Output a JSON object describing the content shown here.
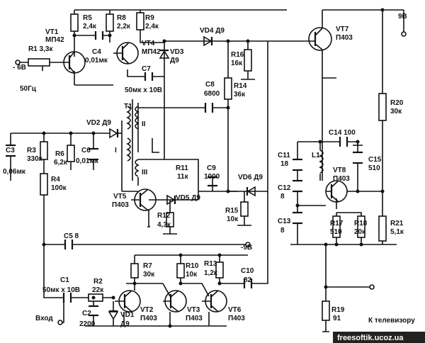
{
  "labels": {
    "R1": "R1 3,3к",
    "VT1": "VT1",
    "VT1_type": "МП42",
    "R5": "R5",
    "R5_val": "2,4к",
    "R8": "R8",
    "R8_val": "2,2к",
    "R9": "R9",
    "R9_val": "2,4к",
    "C4": "C4",
    "C4_val": "0,01мк",
    "VT4": "VT4",
    "VT4_type": "МП42",
    "VD3": "VD3",
    "VD3_type": "Д9",
    "C7": "C7",
    "C7_val": "50мк x 10В",
    "VD4": "VD4 Д9",
    "R16": "R16",
    "R16_val": "16к",
    "R14": "R14",
    "R14_val": "36к",
    "C8": "C8",
    "C8_val": "6800",
    "T1": "T1",
    "II": "II",
    "I": "I",
    "III": "III",
    "VD2": "VD2 Д9",
    "C3": "C3",
    "C3_val": "0,06мк",
    "R3": "R3",
    "R3_val": "330к",
    "R6": "R6",
    "R6_val": "6,2к",
    "C6": "C6",
    "C6_val": "0,01мк",
    "R4": "R4",
    "R4_val": "100к",
    "R11": "R11",
    "R11_val": "11к",
    "C9": "C9",
    "C9_val": "1000",
    "VT5": "VT5",
    "VT5_type": "П403",
    "VD5": "VD5 Д9",
    "VD6": "VD6 Д9",
    "R12": "R12",
    "R12_val": "4,3к",
    "R15": "R15",
    "R15_val": "10к",
    "C5": "C5 8",
    "minus9": "-9В",
    "minus6": "- 6В",
    "hz": "50Гц",
    "R7": "R7",
    "R7_val": "30к",
    "R10": "R10",
    "R10_val": "10к",
    "R13": "R13",
    "R13_val": "1,2к",
    "C10": "C10",
    "C10_val": "82",
    "C1": "C1",
    "C1_val": "50мк x 10В",
    "R2": "R2",
    "R2_val": "22к",
    "C2": "C2",
    "C2_val": "2200",
    "input": "Вход",
    "VD1": "VD1",
    "VD1_type": "Д9",
    "VT2": "VT2",
    "VT2_type": "П403",
    "VT3": "VT3",
    "VT3_type": "П403",
    "VT6": "VT6",
    "VT6_type": "П403",
    "VT7": "VT7",
    "VT7_type": "П403",
    "VT8": "VT8",
    "VT8_type": "П403",
    "nineV": "9В",
    "C14": "C14 100",
    "C11": "C11",
    "C11_val": "18",
    "L1": "L1",
    "C15": "C15",
    "C15_val": "510",
    "C12": "C12",
    "C12_val": "8",
    "C13": "C13",
    "C13_val": "8",
    "R17": "R17",
    "R17_val": "510",
    "R18": "R18",
    "R18_val": "20к",
    "R20": "R20",
    "R20_val": "30к",
    "R21": "R21",
    "R21_val": "5,1к",
    "R19": "R19",
    "R19_val": "91",
    "tv": "К телевизору",
    "watermark": "freesoftik.ucoz.ua"
  }
}
